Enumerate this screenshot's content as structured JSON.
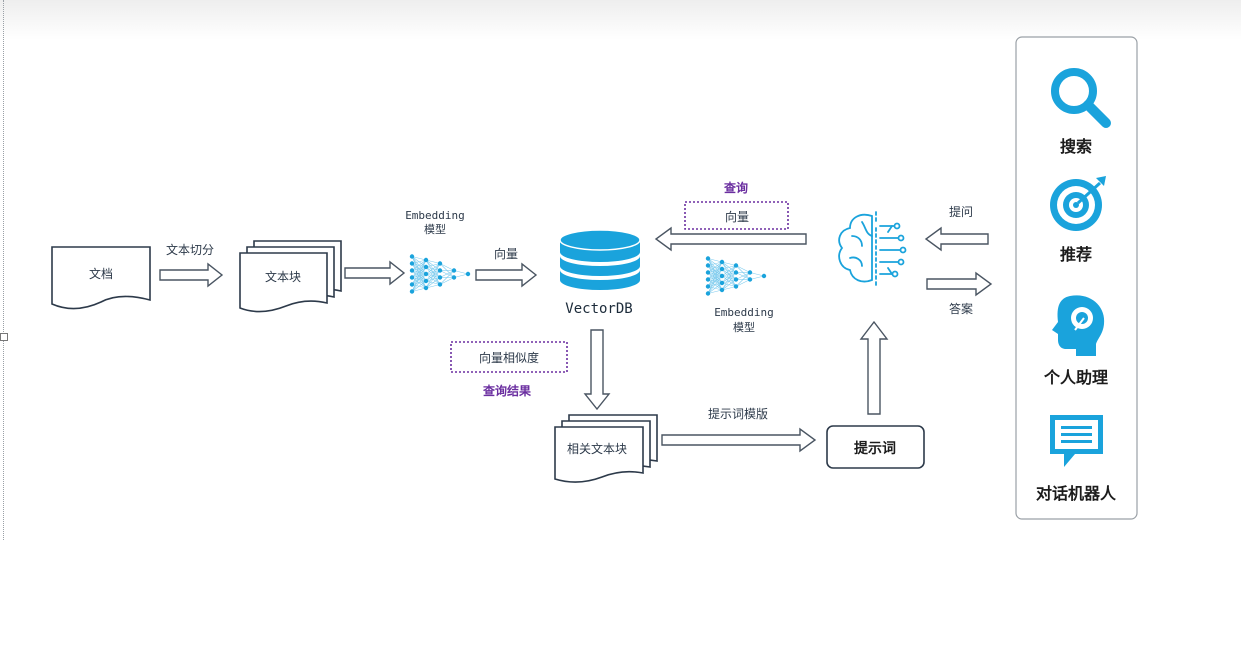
{
  "document_label": "文档",
  "split_label": "文本切分",
  "chunks_label": "文本块",
  "embedding_left": {
    "line1": "Embedding",
    "line2": "模型"
  },
  "vector_label": "向量",
  "vectordb_label": "VectorDB",
  "query_label": "查询",
  "query_vector_label": "向量",
  "embedding_right": {
    "line1": "Embedding",
    "line2": "模型"
  },
  "ask_label": "提问",
  "answer_label": "答案",
  "similarity_label": "向量相似度",
  "query_result_label": "查询结果",
  "related_chunks_label": "相关文本块",
  "prompt_template_label": "提示词模版",
  "prompt_label": "提示词",
  "apps": [
    {
      "label": "搜索",
      "icon": "search-icon"
    },
    {
      "label": "推荐",
      "icon": "target-icon"
    },
    {
      "label": "个人助理",
      "icon": "assistant-head-icon"
    },
    {
      "label": "对话机器人",
      "icon": "chat-icon"
    }
  ],
  "colors": {
    "accent": "#1aa3dc",
    "purple": "#6b2fa0",
    "stroke": "#2d3a4a"
  }
}
